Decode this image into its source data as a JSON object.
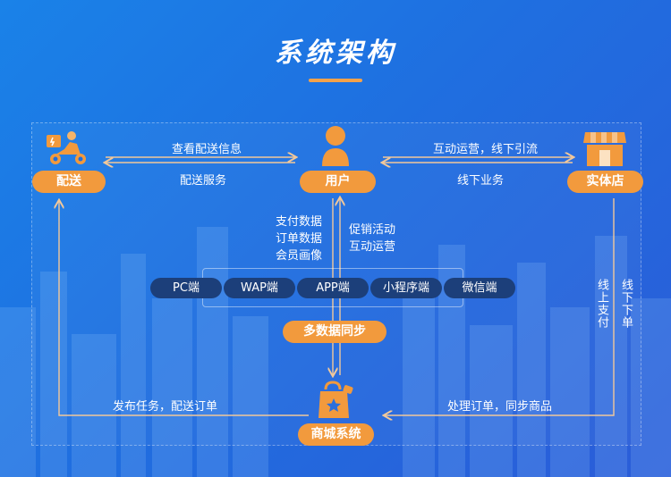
{
  "title": "系统架构",
  "nodes": {
    "delivery": "配送",
    "user": "用户",
    "store": "实体店",
    "mall": "商城系统",
    "sync": "多数据同步"
  },
  "labels": {
    "view_delivery": "查看配送信息",
    "delivery_service": "配送服务",
    "interactive_ops": "互动运营，线下引流",
    "offline_business": "线下业务",
    "payment_data": "支付数据",
    "order_data": "订单数据",
    "member_profile": "会员画像",
    "promotion": "促销活动",
    "interactive_ops2": "互动运营",
    "publish_task": "发布任务，配送订单",
    "process_order": "处理订单，同步商品",
    "online_pay": "线上支付",
    "offline_order": "线下下单"
  },
  "channels": [
    "PC端",
    "WAP端",
    "APP端",
    "小程序端",
    "微信端"
  ],
  "colors": {
    "accent": "#f29a3d",
    "chip": "#1c3f7a",
    "line": "#f2c89a"
  },
  "icons": [
    "delivery-scooter-icon",
    "user-icon",
    "storefront-icon",
    "shopping-bag-icon"
  ]
}
